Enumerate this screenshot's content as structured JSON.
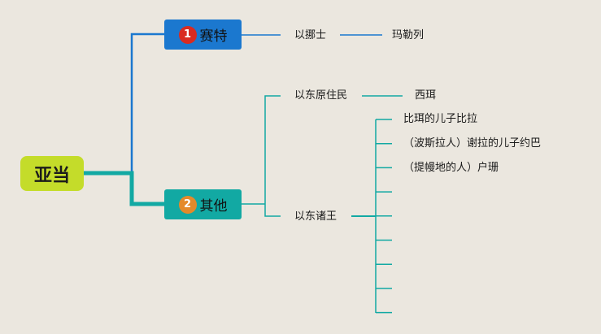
{
  "root": {
    "label": "亚当"
  },
  "branches": [
    {
      "label": "赛特",
      "badge": "1",
      "badge_color": "#d92b21",
      "color": "#1b78cf"
    },
    {
      "label": "其他",
      "badge": "2",
      "badge_color": "#e48a2a",
      "color": "#12a9a3"
    }
  ],
  "seth_line": [
    "以挪士",
    "玛勒列"
  ],
  "others": {
    "natives": {
      "label": "以东原住民",
      "child": "西珥"
    },
    "kings": {
      "label": "以东诸王",
      "children": [
        "比珥的儿子比拉",
        "（波斯拉人）谢拉的儿子约巴",
        "（提幔地的人）户珊",
        "",
        "",
        "",
        "",
        "",
        ""
      ]
    }
  },
  "colors": {
    "background": "#ebe7df",
    "line_blue": "#1b78cf",
    "line_teal": "#12a9a3"
  }
}
